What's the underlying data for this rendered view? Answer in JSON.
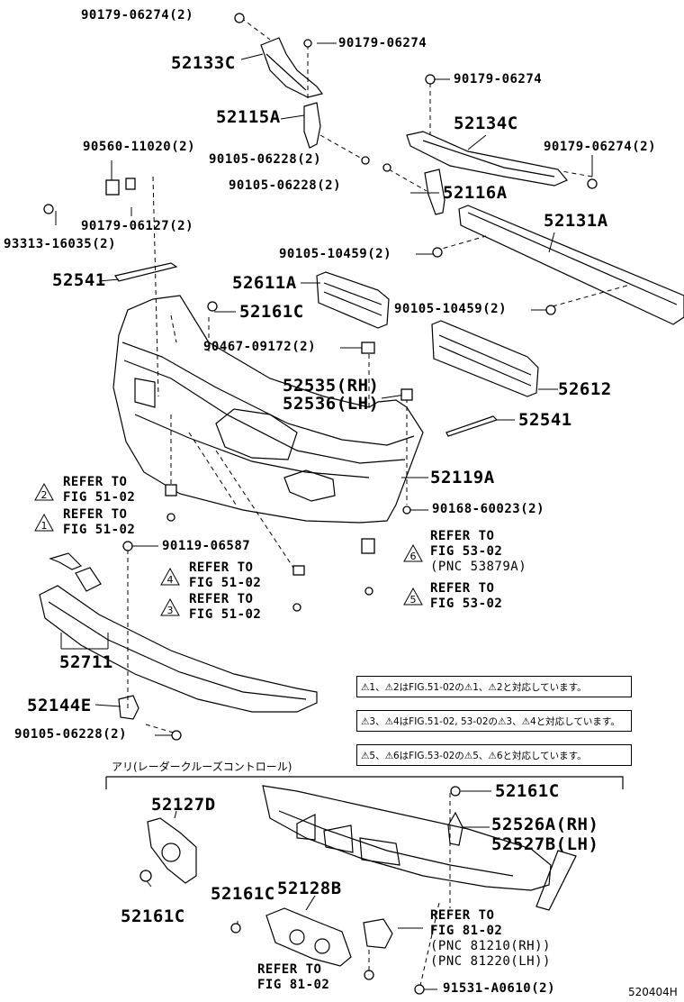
{
  "labels": {
    "p1": "90179-06274(2)",
    "p2": "90179-06274",
    "p3": "52133C",
    "p4": "90179-06274",
    "p5": "52115A",
    "p6": "52134C",
    "p7": "90560-11020(2)",
    "p8": "90105-06228(2)",
    "p9": "90179-06274(2)",
    "p10": "90105-06228(2)",
    "p11": "52116A",
    "p12": "90179-06127(2)",
    "p13": "93313-16035(2)",
    "p14": "52131A",
    "p15": "90105-10459(2)",
    "p16": "52541",
    "p17": "52611A",
    "p18": "90105-10459(2)",
    "p19": "52161C",
    "p20": "90467-09172(2)",
    "p21": "52535(RH)",
    "p22": "52536(LH)",
    "p23": "52612",
    "p24": "52541",
    "p25": "52119A",
    "p26": "90168-60023(2)",
    "p27": "90119-06587",
    "p28": "52711",
    "p29": "52144E",
    "p30": "90105-06228(2)",
    "p31": "52161C",
    "p32": "52127D",
    "p33": "52526A(RH)",
    "p34": "52527B(LH)",
    "p35": "52161C",
    "p36": "52128B",
    "p37": "52161C",
    "p38": "91531-A0610(2)"
  },
  "refs": {
    "r1": [
      "REFER TO",
      "FIG 51-02"
    ],
    "r2": [
      "REFER TO",
      "FIG 51-02"
    ],
    "r3": [
      "REFER TO",
      "FIG 51-02"
    ],
    "r4": [
      "REFER TO",
      "FIG 51-02"
    ],
    "r5": [
      "REFER TO",
      "FIG 53-02",
      "(PNC 53879A)"
    ],
    "r6": [
      "REFER TO",
      "FIG 53-02"
    ],
    "r7": [
      "REFER TO",
      "FIG 81-02",
      "(PNC 81210(RH))",
      "(PNC 81220(LH))"
    ],
    "r8": [
      "REFER TO",
      "FIG 81-02"
    ]
  },
  "markers": {
    "m1": "2",
    "m2": "1",
    "m3": "4",
    "m4": "3",
    "m5": "6",
    "m6": "5"
  },
  "notes": {
    "n1": "⚠1、⚠2はFIG.51-02の⚠1、⚠2と対応しています。",
    "n2": "⚠3、⚠4はFIG.51-02, 53-02の⚠3、⚠4と対応しています。",
    "n3": "⚠5、⚠6はFIG.53-02の⚠5、⚠6と対応しています。"
  },
  "option_heading": "アリ(レーダークルーズコントロール)",
  "figure_code": "520404H"
}
